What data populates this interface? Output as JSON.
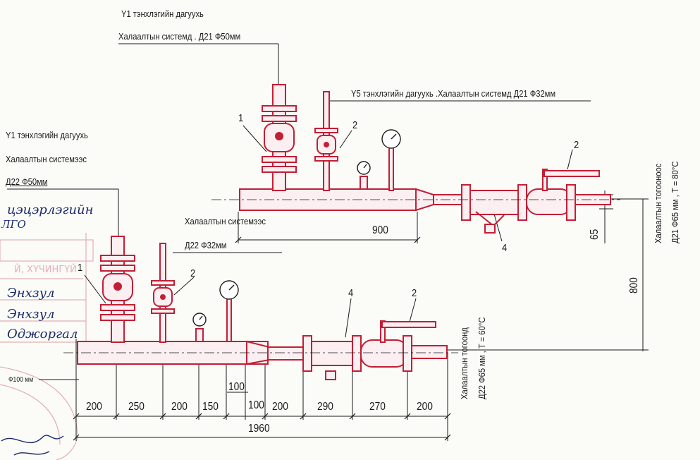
{
  "labels": {
    "top_supply_1": "Y1 тэнхлэгийн дагуухь",
    "top_supply_2": "Халаалтын системд . Д21 Ф50мм",
    "top_return": "Y5 тэнхлэгийн дагуухь .Халаалтын системд Д21 Ф32мм",
    "left_supply_1": "Y1 тэнхлэгийн дагуухь",
    "left_supply_2": "Халаалтын системээс",
    "left_supply_3": "Д22 Ф50мм",
    "mid_return_1": "Халаалтын системээс",
    "mid_return_2": "Д22 Ф32мм",
    "pipe_dia": "Ф100 мм",
    "right_vertical_1": "Халаалтын тогооноос",
    "right_vertical_2": "Д21 Ф65 мм , Т = 80°С",
    "bottom_vertical_1": "Халаалтын тогоонд",
    "bottom_vertical_2": "Д22 Ф65 мм , Т = 60°С"
  },
  "callouts": {
    "c1_top": "1",
    "c2_top_a": "2",
    "c2_top_b": "2",
    "c4_top": "4",
    "c1_bot": "1",
    "c2_bot_a": "2",
    "c4_bot": "4",
    "c2_bot_b": "2"
  },
  "dimensions": {
    "d900": "900",
    "d65": "65",
    "d800": "800",
    "d200a": "200",
    "d250": "250",
    "d200b": "200",
    "d150": "150",
    "d100a": "100",
    "d100b": "100",
    "d200c": "200",
    "d290": "290",
    "d270": "270",
    "d200d": "200",
    "d1960": "1960"
  },
  "stamp": {
    "line1": "цэцэрлэгийн",
    "line2": "ЛГО",
    "line3": "Энхзул",
    "line4": "Энхзул",
    "line5": "Оджоргал"
  },
  "colors": {
    "pipe": "#c21f36",
    "pipe_fill": "#fbeff1",
    "ink": "#1a1a1a",
    "stamp": "#d48c95",
    "handwriting": "#1b2a6b"
  }
}
